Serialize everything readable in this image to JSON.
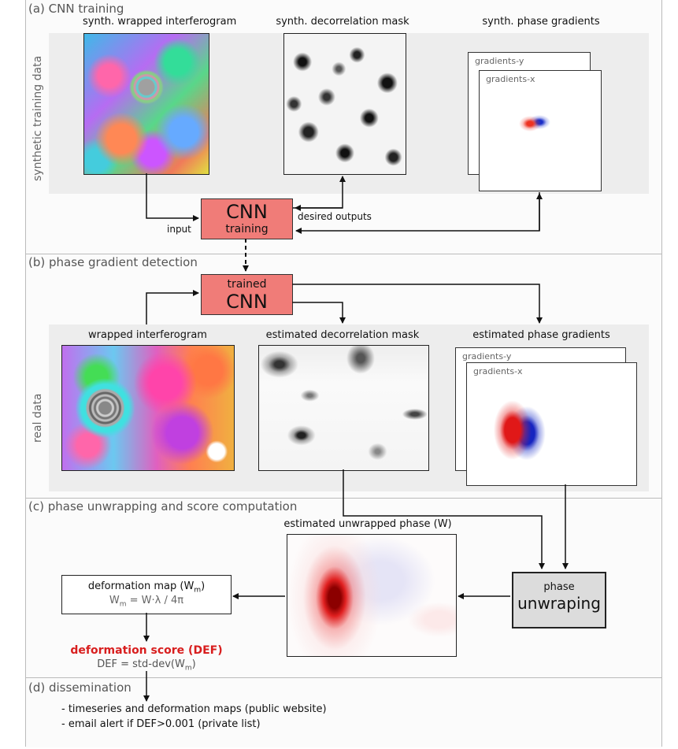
{
  "sections": {
    "a": {
      "title": "(a) CNN training",
      "side_label": "synthetic training data",
      "img1_label": "synth. wrapped interferogram",
      "img2_label": "synth. decorrelation mask",
      "img3_label": "synth. phase gradients",
      "gy": "gradients-y",
      "gx": "gradients-x",
      "cnn_big": "CNN",
      "cnn_small": "training",
      "input_label": "input",
      "outputs_label": "desired outputs"
    },
    "b": {
      "title": "(b) phase gradient detection",
      "side_label": "real data",
      "cnn_small": "trained",
      "cnn_big": "CNN",
      "img1_label": "wrapped interferogram",
      "img2_label": "estimated decorrelation mask",
      "img3_label": "estimated phase gradients",
      "gy": "gradients-y",
      "gx": "gradients-x"
    },
    "c": {
      "title": "(c) phase unwrapping and score computation",
      "unwrapped_label": "estimated unwrapped phase (W)",
      "defmap_title": "deformation map (W",
      "defmap_sub": "m",
      "defmap_close": ")",
      "formula_lhs": "W",
      "formula_sub": "m",
      "formula_rhs": " = W·λ / 4π",
      "phase_small": "phase",
      "phase_big": "unwraping",
      "score_title": "deformation score (DEF)",
      "score_formula_a": "DEF = std-dev(W",
      "score_formula_sub": "m",
      "score_formula_b": ")"
    },
    "d": {
      "title": "(d) dissemination",
      "items": [
        "- timeseries and deformation maps (public website)",
        "- email alert if DEF>0.001 (private list)"
      ]
    }
  },
  "colors": {
    "cnn_fill": "#f07c78",
    "score_red": "#d81e1e",
    "panel_gray": "#ededed"
  }
}
